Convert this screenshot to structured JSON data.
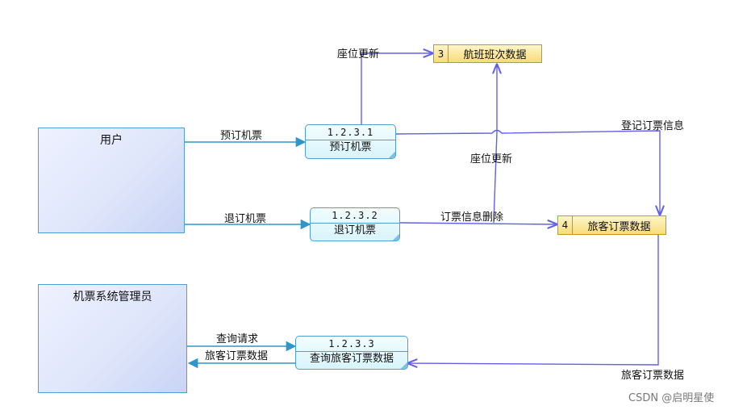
{
  "colors": {
    "flow_blue": "#6060e8",
    "flow_teal": "#2e96c9",
    "entity_border": "#4e9fd6",
    "store_border": "#c59a1c"
  },
  "entities": {
    "user": "用户",
    "admin": "机票系统管理员"
  },
  "processes": {
    "book": {
      "id": "1.2.3.1",
      "name": "预订机票"
    },
    "cancel": {
      "id": "1.2.3.2",
      "name": "退订机票"
    },
    "query": {
      "id": "1.2.3.3",
      "name": "查询旅客订票数据"
    }
  },
  "stores": {
    "flight": {
      "id": "3",
      "name": "航班班次数据"
    },
    "passenger": {
      "id": "4",
      "name": "旅客订票数据"
    }
  },
  "flows": {
    "seat_update_top": "座位更新",
    "book_ticket": "预订机票",
    "register_order": "登记订票信息",
    "seat_update_mid": "座位更新",
    "cancel_ticket": "退订机票",
    "delete_order": "订票信息删除",
    "query_request": "查询请求",
    "passenger_data_out": "旅客订票数据",
    "passenger_data_in": "旅客订票数据"
  },
  "watermark": "CSDN @启明星使"
}
